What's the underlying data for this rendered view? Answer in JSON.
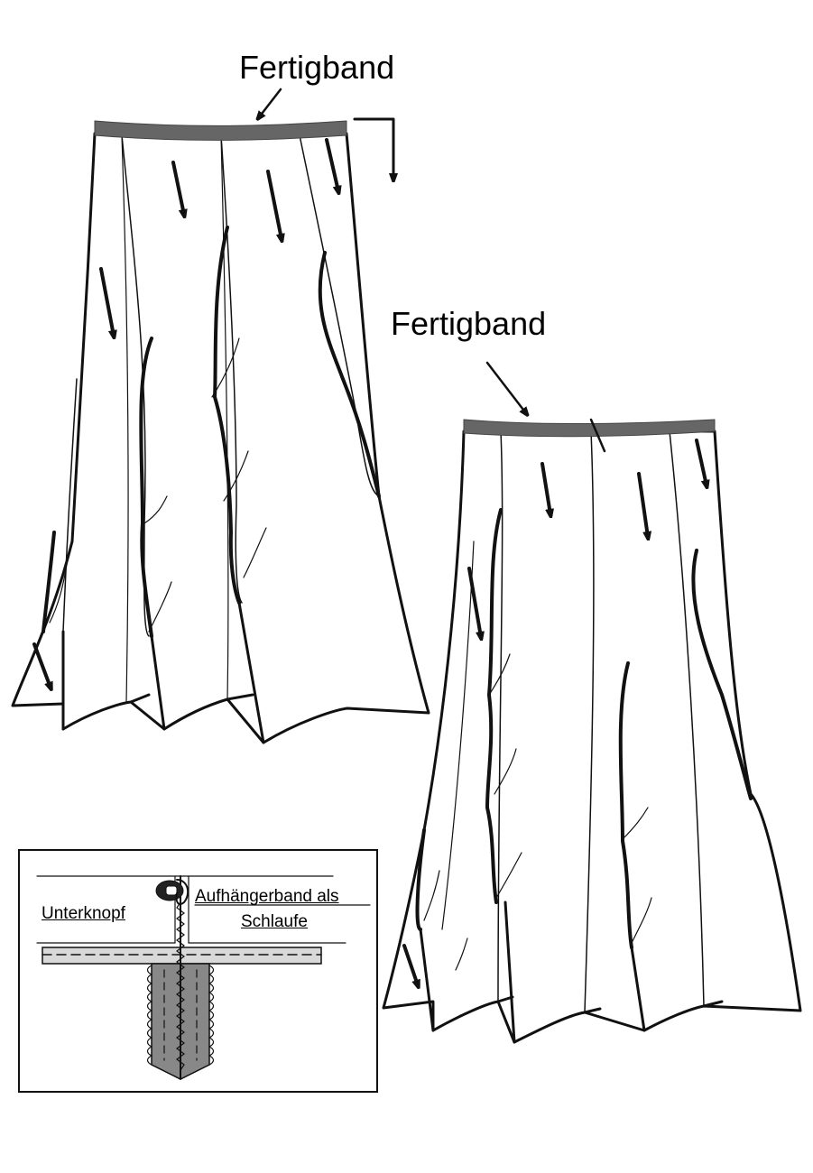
{
  "labels": {
    "fertigband_top": "Fertigband",
    "fertigband_right": "Fertigband",
    "unterknopf": "Unterknopf",
    "aufhaenger_line1": "Aufhängerband als",
    "aufhaenger_line2": "Schlaufe"
  },
  "colors": {
    "line": "#111111",
    "band": "#666666",
    "fabric": "#ffffff",
    "seam_grey": "#888888",
    "layer_grey": "#d9d9d9"
  }
}
